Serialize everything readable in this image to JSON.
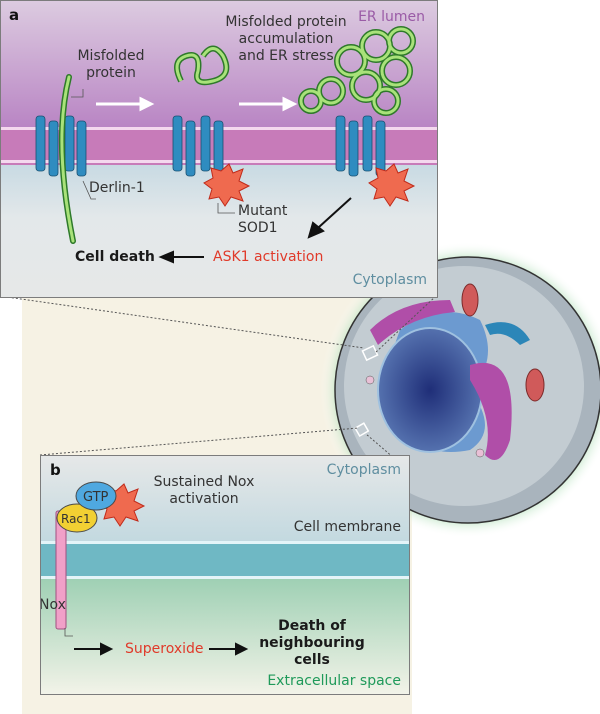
{
  "figure": {
    "panel_a": {
      "letter": "a",
      "region_top": "ER lumen",
      "region_bottom": "Cytoplasm",
      "misfolded_protein": "Misfolded protein",
      "accumulation": [
        "Misfolded protein",
        "accumulation",
        "and ER stress"
      ],
      "derlin": "Derlin-1",
      "mutant_sod1": [
        "Mutant",
        "SOD1"
      ],
      "ask1": "ASK1 activation",
      "cell_death": "Cell death"
    },
    "panel_b": {
      "letter": "b",
      "region_top": "Cytoplasm",
      "membrane": "Cell membrane",
      "region_bottom": "Extracellular space",
      "gtp": "GTP",
      "rac1": "Rac1",
      "nox": "Nox",
      "sustained": [
        "Sustained Nox",
        "activation"
      ],
      "superoxide": "Superoxide",
      "death_neighbours": [
        "Death of",
        "neighbouring",
        "cells"
      ]
    },
    "colors": {
      "er_lumen": "#c9a6cf",
      "cytoplasm": "#e4e8ea",
      "extracellular": "#cfe6d4",
      "derlin": "#2f8cc0",
      "sod1": "#ef6a4f",
      "protein": "#7fd35a",
      "red_text": "#e03a2a",
      "green_text": "#1f9a5a",
      "blue_text": "#5f8ea0",
      "purple_text": "#9a5ba6"
    }
  }
}
